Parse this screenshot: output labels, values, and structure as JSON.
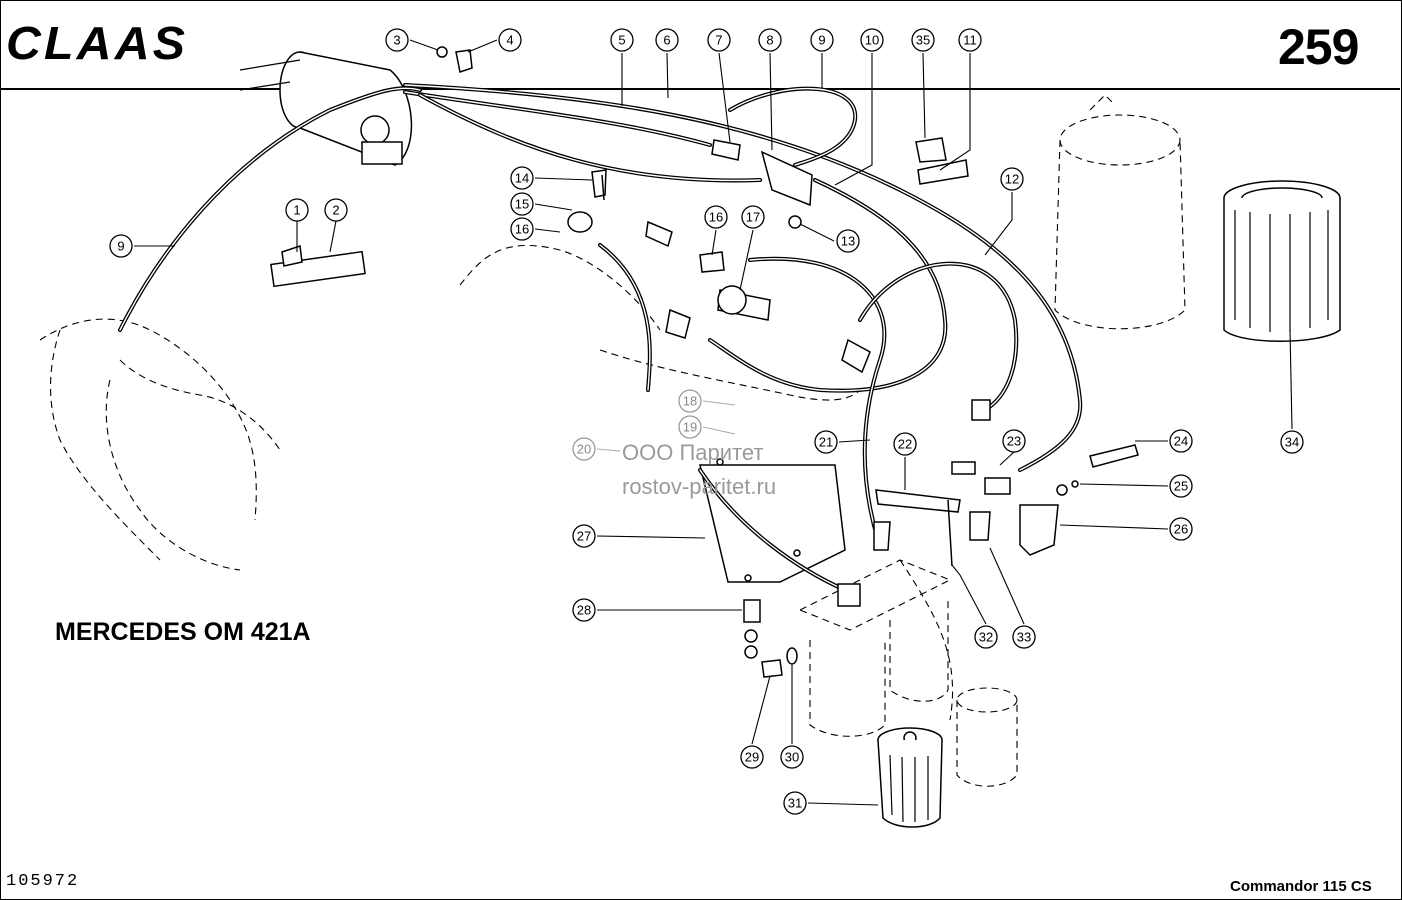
{
  "header": {
    "logo": "CLAAS",
    "page_number": "259"
  },
  "engine_label": "MERCEDES OM 421A",
  "drawing_number": "105972",
  "model_label": "Commandor 115 CS",
  "watermark": {
    "line1": "ООО Паритет",
    "line2": "rostov-paritet.ru"
  },
  "callouts": [
    "1",
    "2",
    "3",
    "4",
    "5",
    "6",
    "7",
    "8",
    "9",
    "10",
    "35",
    "11",
    "12",
    "13",
    "14",
    "15",
    "16",
    "17",
    "16",
    "9",
    "18",
    "19",
    "20",
    "21",
    "22",
    "23",
    "24",
    "25",
    "26",
    "27",
    "28",
    "29",
    "30",
    "31",
    "32",
    "33",
    "34"
  ]
}
